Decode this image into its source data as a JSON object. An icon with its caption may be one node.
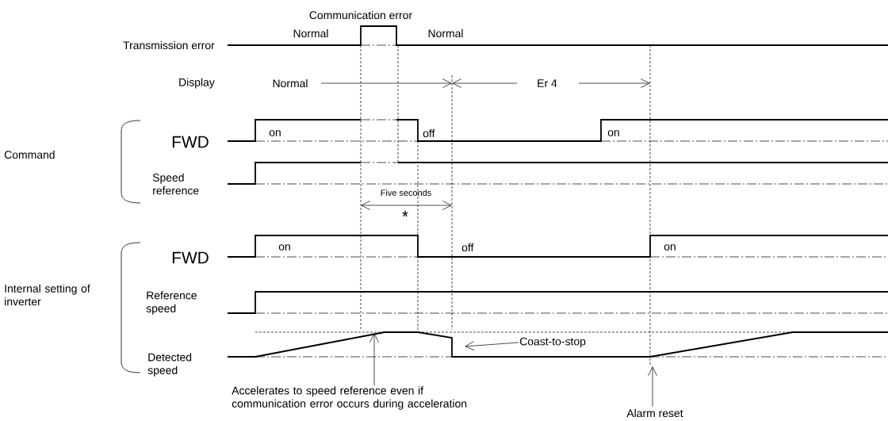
{
  "diagram": {
    "nodes": [
      {
        "text": [
          "Accelerates to speed reference even if communication error occurs during acceleration"
        ]
      },
      {
        "text": [
          "Coast-to-stop"
        ]
      },
      {
        "text": [
          "Alarm reset"
        ]
      }
    ],
    "edges": [
      {
        "from": 0,
        "to": null,
        "arrow": "to"
      },
      {
        "from": 1,
        "to": null,
        "arrow": "to"
      },
      {
        "from": 2,
        "to": null,
        "arrow": "to"
      }
    ],
    "labels": [
      "Communication error",
      "Normal",
      "Normal",
      "Transmission error",
      "Display",
      "Normal",
      "Er 4",
      "Command",
      "FWD",
      "on",
      "off",
      "on",
      "Speed reference",
      "Five seconds",
      "*",
      "Internal setting of inverter",
      "FWD",
      "on",
      "off",
      "on",
      "Reference speed",
      "Detected speed"
    ]
  }
}
